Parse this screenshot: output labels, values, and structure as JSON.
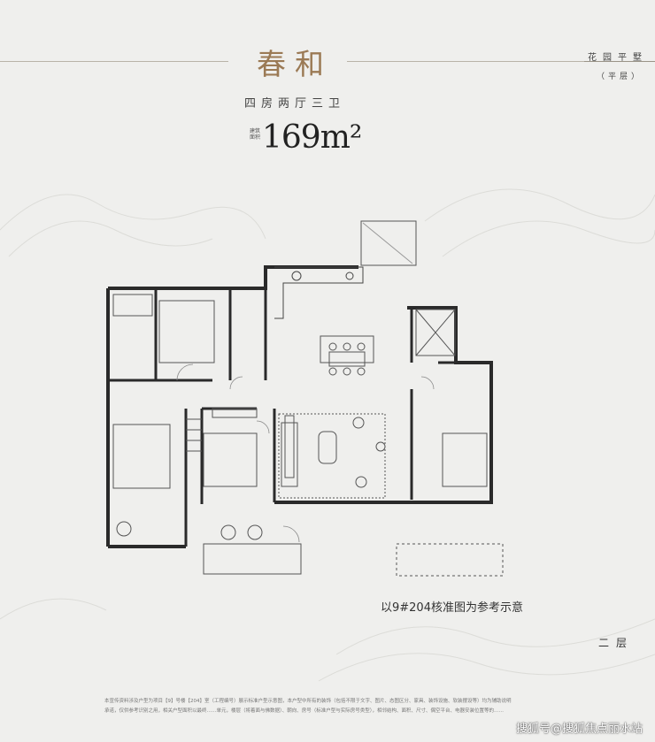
{
  "header": {
    "title": "春和",
    "subtitle": "四房两厅三卫",
    "area_label": "建筑面积",
    "area_value": "169m²",
    "type_label": "花园平墅",
    "type_sub": "（平层）"
  },
  "footer": {
    "caption": "以9#204核准图为参考示意",
    "floor": "二层",
    "disclaimer": "本宣传资料涉及户型为项目【9】号楼【204】室（工程编号）展示标准户型示意图，本户型中所有的装饰（包括不限于文字、图片、态图区分、家具、装饰设施、软装摆设等）均为辅助说明承诺，仅供参考识别之用，相关户型面积以最终……单元，楼层（将着面与佛数据）、朝向、房号（标准户型与实际房号类型），相邻结构、面积、尺寸、偶空平台、电器安装位置等的……",
    "watermark": "搜狐号@搜狐焦点丽水站"
  },
  "colors": {
    "title_color": "#9b7a55",
    "wall_color": "#2a2a2a",
    "background": "#efefed"
  }
}
